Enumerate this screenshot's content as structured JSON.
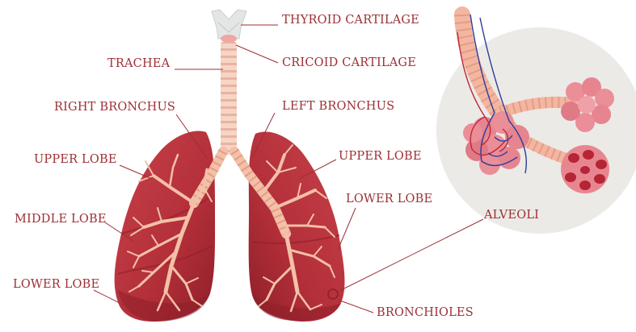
{
  "labels": {
    "thyroid_cartilage": "THYROID CARTILAGE",
    "trachea": "TRACHEA",
    "cricoid_cartilage": "CRICOID CARTILAGE",
    "right_bronchus": "RIGHT BRONCHUS",
    "left_bronchus": "LEFT BRONCHUS",
    "upper_lobe_right": "UPPER LOBE",
    "upper_lobe_left": "UPPER LOBE",
    "middle_lobe": "MIDDLE LOBE",
    "lower_lobe_right": "LOWER LOBE",
    "lower_lobe_left": "LOWER LOBE",
    "alveoli": "ALVEOLI",
    "bronchioles": "BRONCHIOLES"
  },
  "colors": {
    "label_text": "#9c2f35",
    "leader_line": "#9c2f35",
    "lung_fill": "#b8323c",
    "lung_dark": "#8e1f2a",
    "airway": "#f3c0a8",
    "airway_ring": "#e49c86",
    "trachea_ring": "#f6d5c6",
    "alveoli_backdrop": "#eceae6",
    "alveolus_pink": "#ea8e98",
    "alveolus_red": "#c0303e",
    "vein_blue": "#2b3d9c",
    "artery_red": "#c0283a"
  }
}
